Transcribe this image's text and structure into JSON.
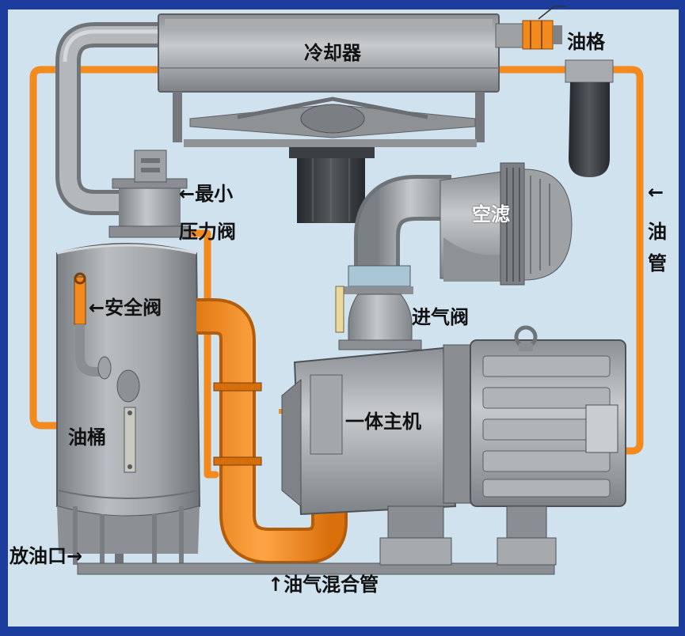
{
  "labels": {
    "cooler": "冷却器",
    "oil_filter": "油格",
    "min_pressure_valve_line1": "←最小",
    "min_pressure_valve_line2": "压力阀",
    "air_filter": "空滤",
    "oil_pipe_arrow": "←",
    "oil_pipe_char1": "油",
    "oil_pipe_char2": "管",
    "safety_valve": "←安全阀",
    "intake_valve": "进气阀",
    "main_unit": "一体主机",
    "oil_tank": "油桶",
    "drain_port": "放油口→",
    "mixing_pipe": "↑油气混合管"
  },
  "colors": {
    "frame": "#1c3d9e",
    "background": "#cfe2ee",
    "metal": "#9da2a6",
    "metal_dark": "#6f7478",
    "oil_pipe": "#f28a1e",
    "filter_dark": "#3b3f44"
  }
}
